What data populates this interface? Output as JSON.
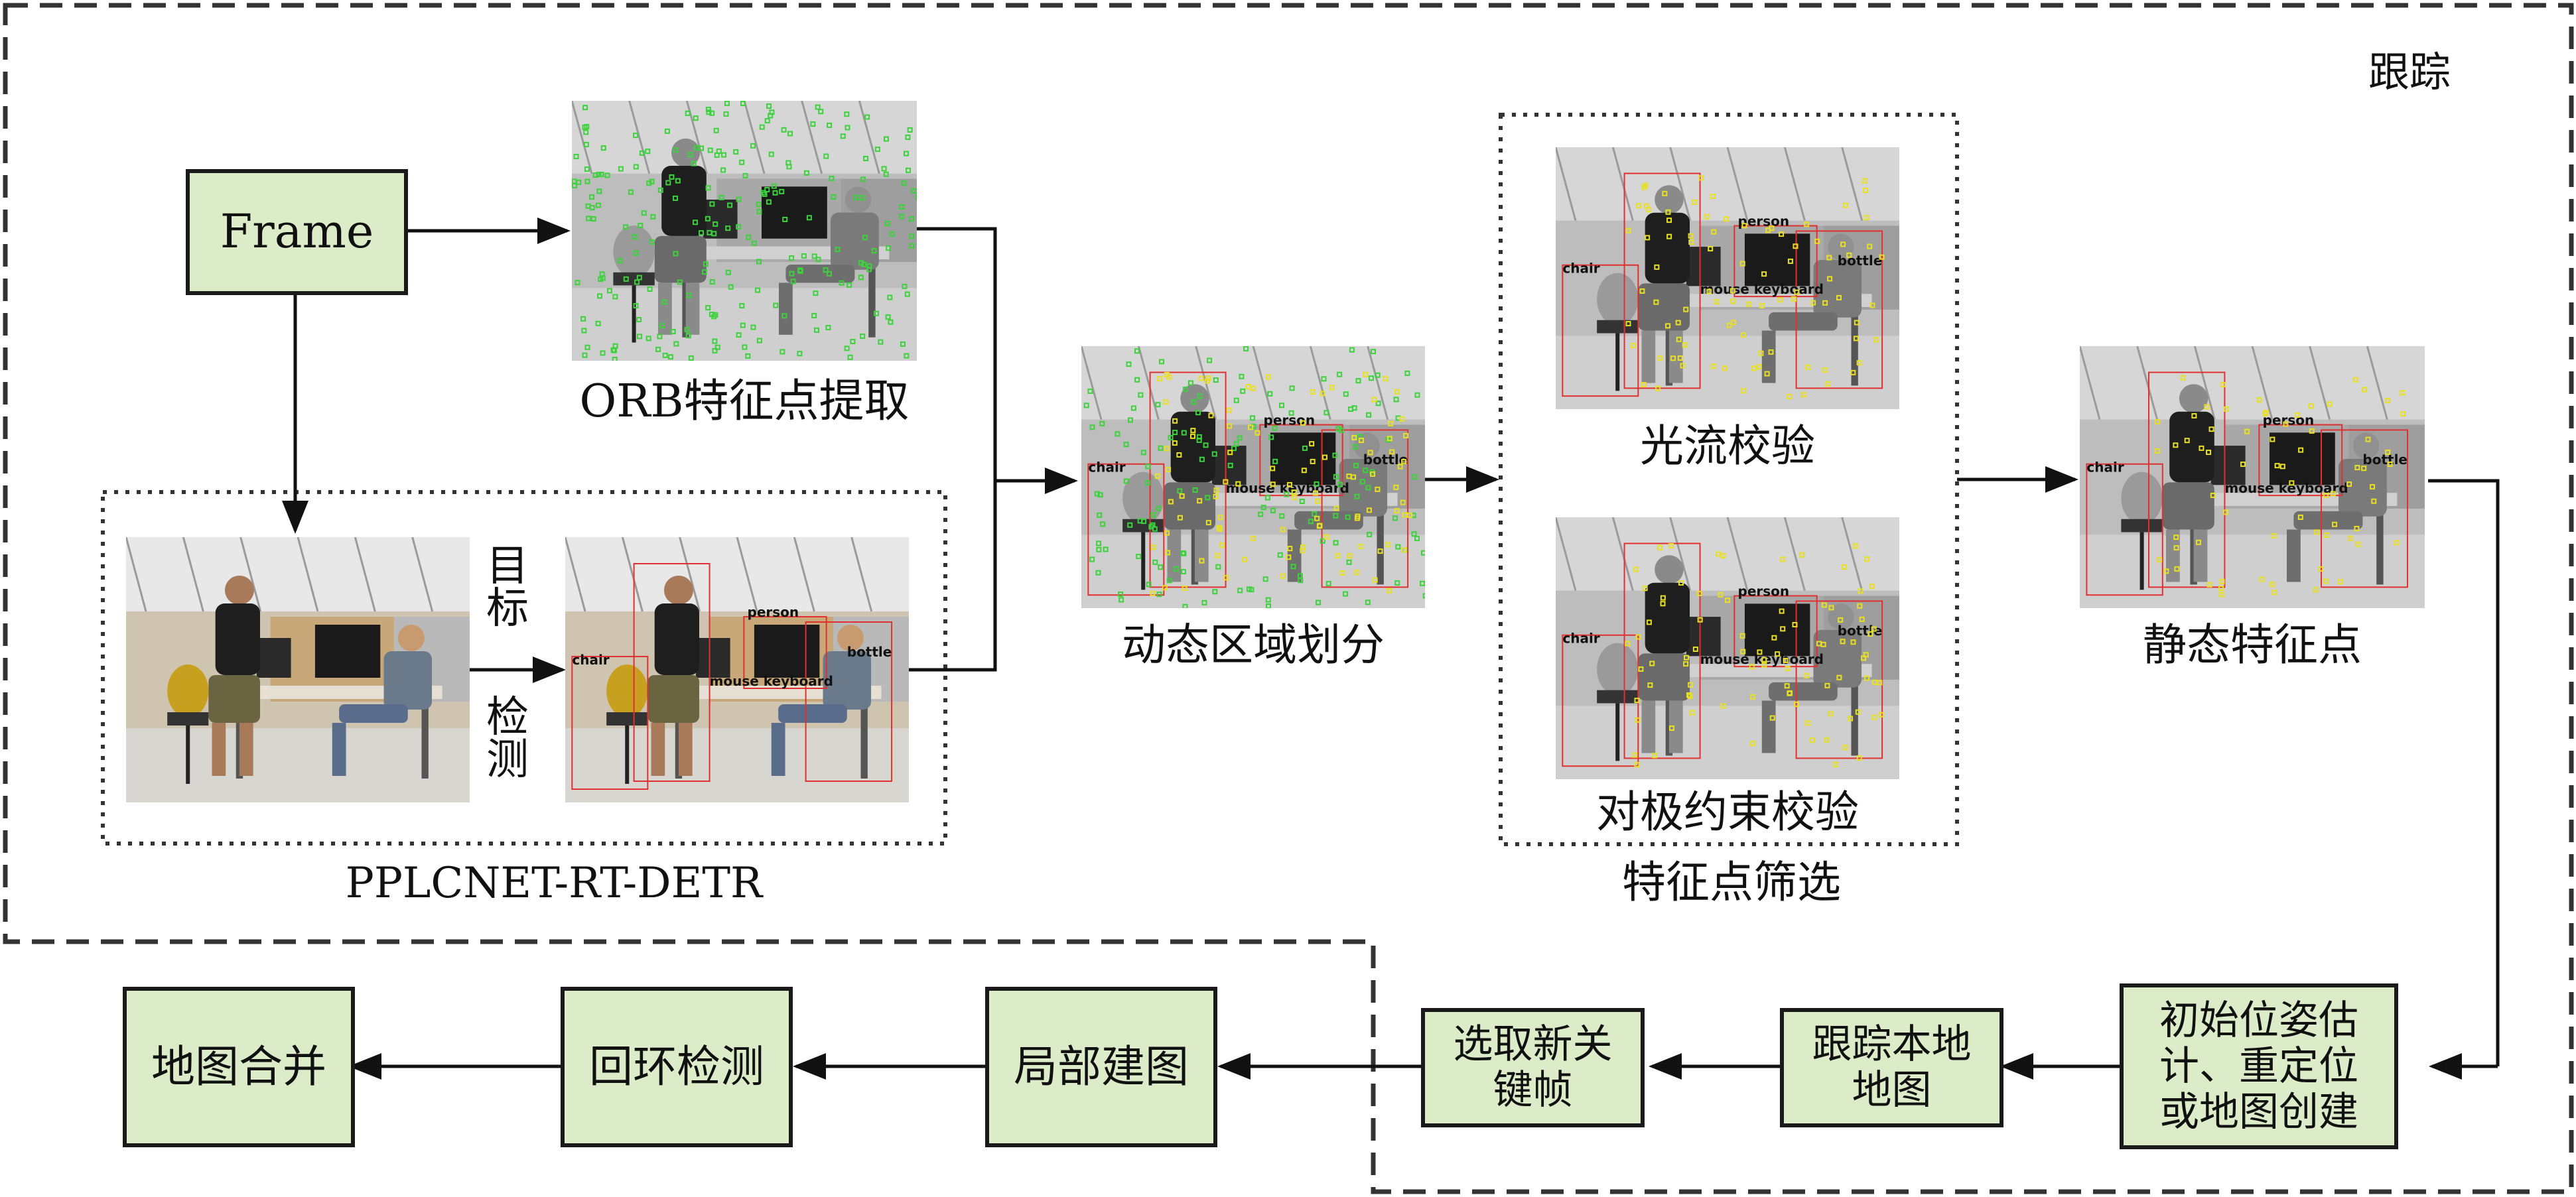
{
  "tracking_label": "跟踪",
  "nodes": {
    "frame": "Frame",
    "orb_caption": "ORB特征点提取",
    "detector_caption": "PPLCNET-RT-DETR",
    "detect_arrow_top": "目标",
    "detect_arrow_bottom": "检测",
    "dynamic_caption": "动态区域划分",
    "optical_flow_caption": "光流校验",
    "epipolar_caption": "对极约束校验",
    "filter_caption": "特征点筛选",
    "static_caption": "静态特征点",
    "init_pose": "初始位姿估计、重定位或地图创建",
    "track_local_map": "跟踪本地地图",
    "select_keyframe": "选取新关键帧",
    "local_mapping": "局部建图",
    "loop_detection": "回环检测",
    "map_merge": "地图合并"
  },
  "detection_labels": {
    "person": "person",
    "chair": "chair",
    "bottle": "bottle",
    "mouse": "mouse",
    "keyboard": "keyboard"
  },
  "colors": {
    "box_fill": "#dcebc8",
    "border": "#1a1a1a",
    "feature_points": "#3cd23c",
    "bbox_red": "#e03030",
    "feature_yellow": "#e8e020"
  }
}
